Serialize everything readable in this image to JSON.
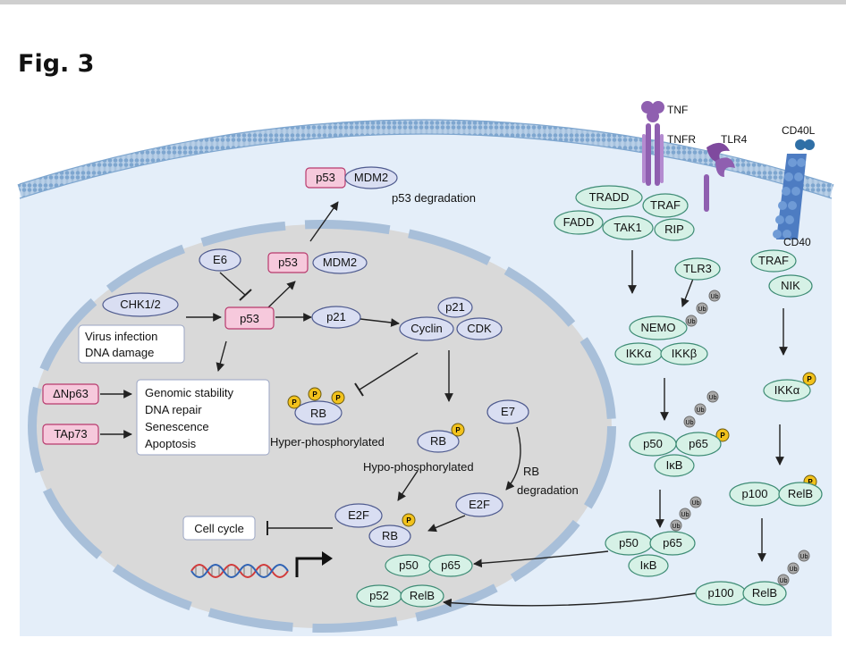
{
  "figure": {
    "title": "Fig. 3"
  },
  "colors": {
    "cytoplasm": "#e4eef9",
    "nucleus": "#d9d9d9",
    "envelope": "#a8bfd9",
    "membrane": "#8fb3d6",
    "blue_node_fill": "#d9def2",
    "blue_node_stroke": "#4f5b8f",
    "pink_fill": "#f6c9dc",
    "pink_stroke": "#b83a6d",
    "green_fill": "#d6f1e6",
    "green_stroke": "#3e8c75",
    "phospho": "#f2c21c",
    "ubiquitin": "#a9a9a9",
    "receptor_purple": "#8f5fb0",
    "receptor_blue": "#4d7cc2"
  },
  "labels": {
    "p53": "p53",
    "mdm2": "MDM2",
    "p53_degradation": "p53 degradation",
    "e6": "E6",
    "chk": "CHK1/2",
    "virus_infection": "Virus infection",
    "dna_damage": "DNA damage",
    "p21": "p21",
    "cyclin": "Cyclin",
    "cdk": "CDK",
    "dnp63": "ΔNp63",
    "tap73": "TAp73",
    "genomic_stability": "Genomic stability",
    "dna_repair": "DNA repair",
    "senescence": "Senescence",
    "apoptosis": "Apoptosis",
    "rb": "RB",
    "p": "P",
    "ub": "Ub",
    "hyper": "Hyper-phosphorylated",
    "hypo": "Hypo-phosphorylated",
    "e7": "E7",
    "rb_degradation_1": "RB",
    "rb_degradation_2": "degradation",
    "e2f": "E2F",
    "cell_cycle": "Cell cycle",
    "p50": "p50",
    "p65": "p65",
    "p52": "p52",
    "relb": "RelB",
    "p100": "p100",
    "ikb": "IκB",
    "tnf": "TNF",
    "tnfr": "TNFR",
    "tlr4": "TLR4",
    "cd40l": "CD40L",
    "cd40": "CD40",
    "tradd": "TRADD",
    "traf": "TRAF",
    "fadd": "FADD",
    "tak1": "TAK1",
    "rip": "RIP",
    "tlr3": "TLR3",
    "nemo": "NEMO",
    "ikka": "IKKα",
    "ikkb": "IKKβ",
    "nik": "NIK"
  }
}
